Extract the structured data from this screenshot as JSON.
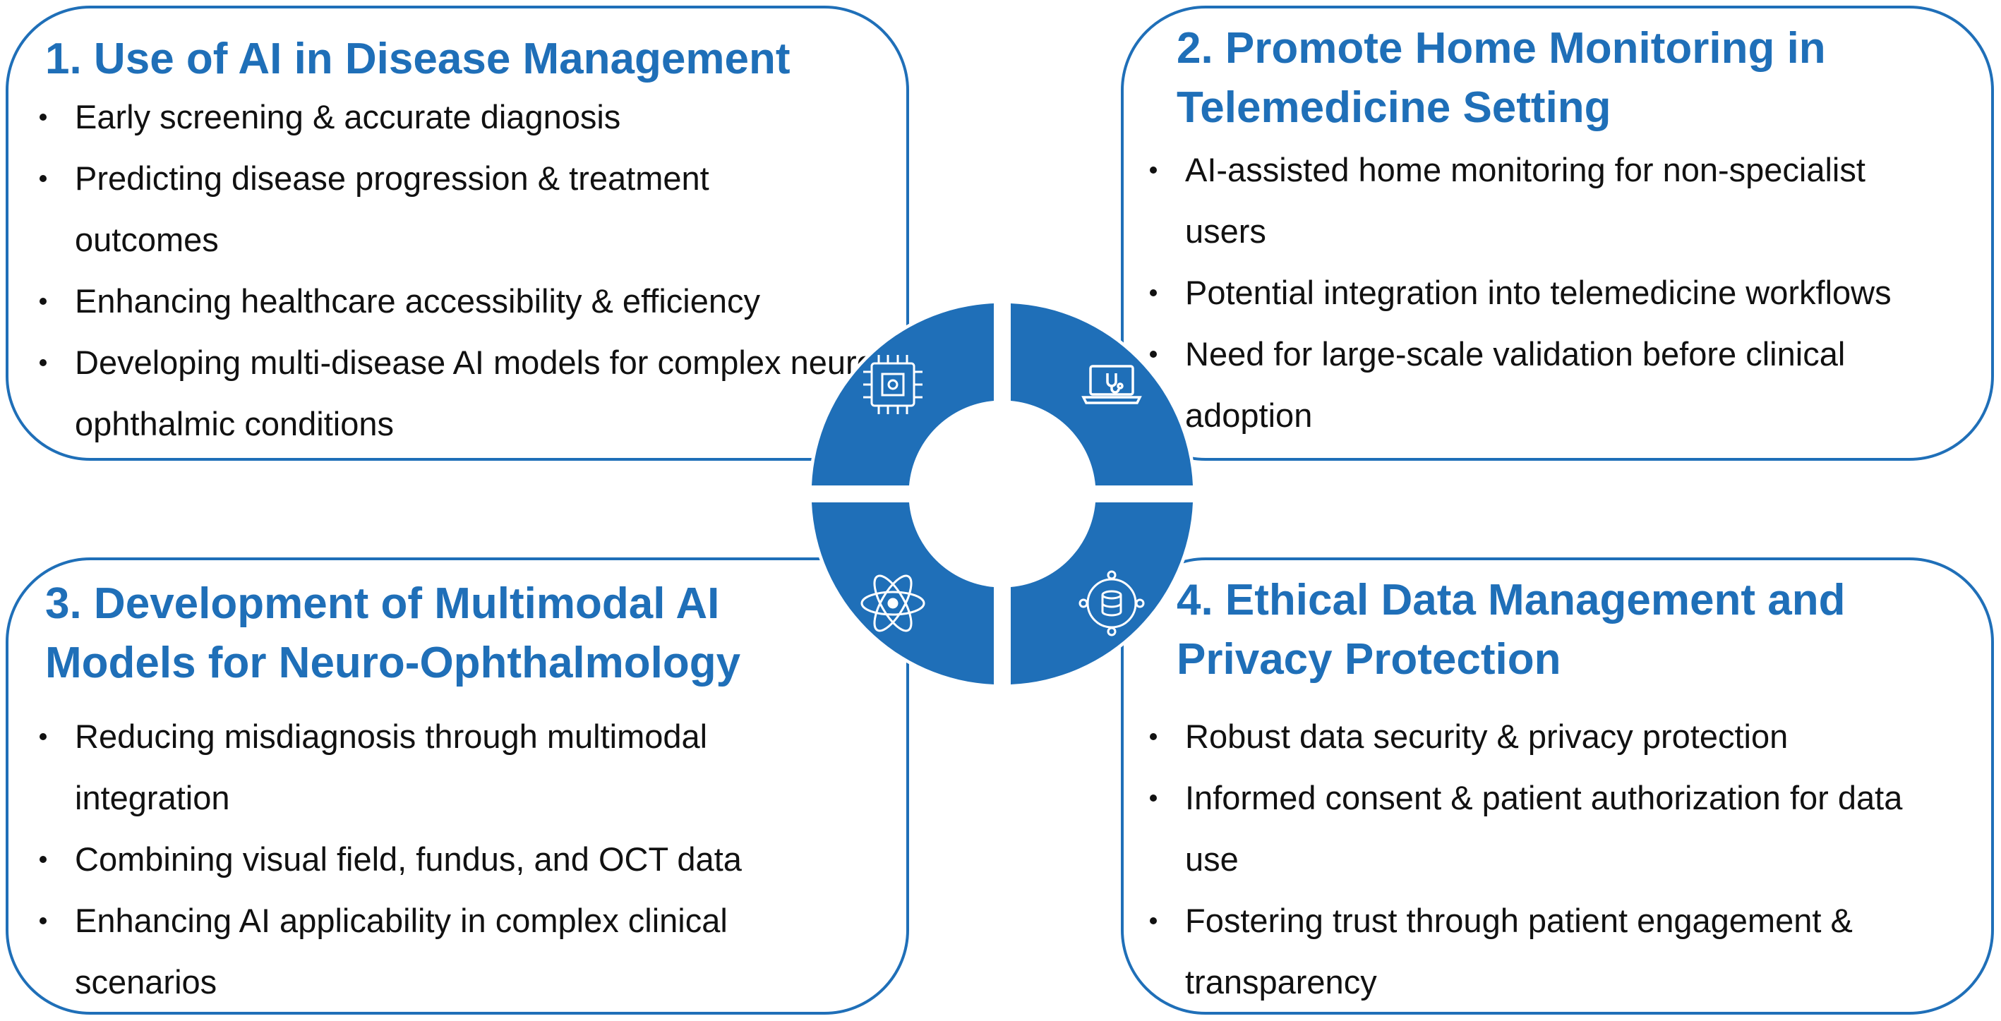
{
  "colors": {
    "accent": "#1f6fb8",
    "text": "#111111",
    "background": "#ffffff"
  },
  "panels": [
    {
      "title": "1. Use of AI in Disease Management",
      "bullets": [
        "Early screening & accurate diagnosis",
        "Predicting disease progression & treatment outcomes",
        "Enhancing healthcare accessibility & efficiency",
        "Developing multi-disease AI models for complex neuro-ophthalmic conditions"
      ]
    },
    {
      "title": "2. Promote Home Monitoring in Telemedicine Setting",
      "bullets": [
        "AI-assisted home monitoring for non-specialist users",
        "Potential integration into telemedicine workflows",
        "Need for large-scale validation before clinical adoption"
      ]
    },
    {
      "title": "3. Development of Multimodal AI Models for Neuro-Ophthalmology",
      "bullets": [
        "Reducing misdiagnosis through multimodal integration",
        "Combining visual field, fundus, and OCT data",
        "Enhancing AI applicability in complex clinical scenarios"
      ]
    },
    {
      "title": "4. Ethical Data Management and Privacy Protection",
      "bullets": [
        "Robust data security & privacy protection",
        "Informed consent & patient authorization for data use",
        "Fostering trust through patient engagement & transparency"
      ]
    }
  ],
  "ring_icons": [
    "ai-chip-icon",
    "laptop-stethoscope-icon",
    "atom-icon",
    "database-network-icon"
  ]
}
